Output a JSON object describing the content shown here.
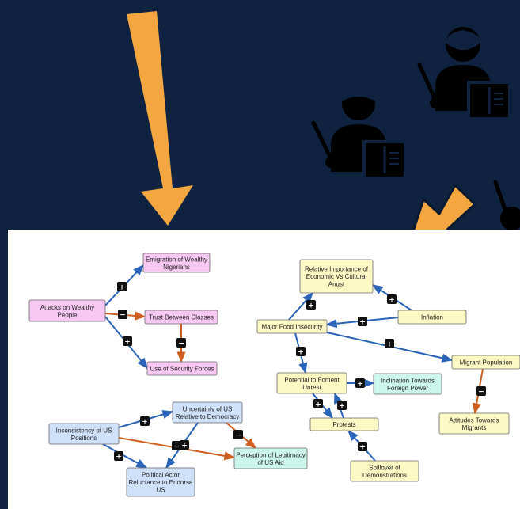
{
  "colors": {
    "background": "#0f2340",
    "panel": "#ffffff",
    "arrow_accent": "#f4a640",
    "positive_link": "#2b63b8",
    "negative_link": "#cf5f1e",
    "pink_node": "#f6c8f2",
    "yellow_node": "#fdf9c4",
    "blue_node": "#cfe0f9",
    "green_node": "#ccf5ec",
    "icon": "#000000"
  },
  "icons": [
    "down-arrow-icon",
    "down-left-arrow-icon",
    "teacher-icon",
    "teacher-icon",
    "teacher-icon"
  ],
  "diagram": {
    "nodes": [
      {
        "id": "emigration",
        "lines": [
          "Emigration of Wealthy",
          "Nigerians"
        ],
        "group": "pink"
      },
      {
        "id": "attacks",
        "lines": [
          "Attacks on Wealthy",
          "People"
        ],
        "group": "pink"
      },
      {
        "id": "trust",
        "lines": [
          "Trust Between Classes"
        ],
        "group": "pink"
      },
      {
        "id": "security",
        "lines": [
          "Use of Security Forces"
        ],
        "group": "pink"
      },
      {
        "id": "relimp",
        "lines": [
          "Relative Importance of",
          "Economic Vs Cultural",
          "Angst"
        ],
        "group": "yellow"
      },
      {
        "id": "inflation",
        "lines": [
          "Inflation"
        ],
        "group": "yellow"
      },
      {
        "id": "food",
        "lines": [
          "Major Food Insecurity"
        ],
        "group": "yellow"
      },
      {
        "id": "migrant",
        "lines": [
          "Migrant Population"
        ],
        "group": "yellow"
      },
      {
        "id": "foment",
        "lines": [
          "Potential to Foment",
          "Unrest"
        ],
        "group": "yellow"
      },
      {
        "id": "inclination",
        "lines": [
          "Inclination Towards",
          "Foreign Power"
        ],
        "group": "green"
      },
      {
        "id": "attitudes",
        "lines": [
          "Attitudes Towards",
          "Migrants"
        ],
        "group": "yellow"
      },
      {
        "id": "protests",
        "lines": [
          "Protests"
        ],
        "group": "yellow"
      },
      {
        "id": "spillover",
        "lines": [
          "Spillover of",
          "Demonstrations"
        ],
        "group": "yellow"
      },
      {
        "id": "uncertainty",
        "lines": [
          "Uncertainty of US",
          "Relative to Democracy"
        ],
        "group": "blue"
      },
      {
        "id": "inconsistency",
        "lines": [
          "Inconsistency of US",
          "Positions"
        ],
        "group": "blue"
      },
      {
        "id": "perception",
        "lines": [
          "Perception of Legitimacy",
          "of US Aid"
        ],
        "group": "green"
      },
      {
        "id": "reluctance",
        "lines": [
          "Political Actor",
          "Reluctance to Endorse",
          "US"
        ],
        "group": "blue"
      }
    ],
    "links": [
      {
        "from": "attacks",
        "to": "emigration",
        "sign": "+"
      },
      {
        "from": "attacks",
        "to": "trust",
        "sign": "−"
      },
      {
        "from": "attacks",
        "to": "security",
        "sign": "+"
      },
      {
        "from": "trust",
        "to": "security",
        "sign": "−"
      },
      {
        "from": "inflation",
        "to": "relimp",
        "sign": "+"
      },
      {
        "from": "inflation",
        "to": "food",
        "sign": "+"
      },
      {
        "from": "food",
        "to": "relimp",
        "sign": "+"
      },
      {
        "from": "food",
        "to": "migrant",
        "sign": "+"
      },
      {
        "from": "food",
        "to": "foment",
        "sign": "+"
      },
      {
        "from": "foment",
        "to": "inclination",
        "sign": "+"
      },
      {
        "from": "foment",
        "to": "protests",
        "sign": "+"
      },
      {
        "from": "protests",
        "to": "foment",
        "sign": "+"
      },
      {
        "from": "migrant",
        "to": "attitudes",
        "sign": "−"
      },
      {
        "from": "spillover",
        "to": "protests",
        "sign": "+"
      },
      {
        "from": "inconsistency",
        "to": "uncertainty",
        "sign": "+"
      },
      {
        "from": "inconsistency",
        "to": "perception",
        "sign": "−"
      },
      {
        "from": "inconsistency",
        "to": "reluctance",
        "sign": "+"
      },
      {
        "from": "uncertainty",
        "to": "perception",
        "sign": "−"
      },
      {
        "from": "uncertainty",
        "to": "reluctance",
        "sign": "+"
      }
    ]
  }
}
